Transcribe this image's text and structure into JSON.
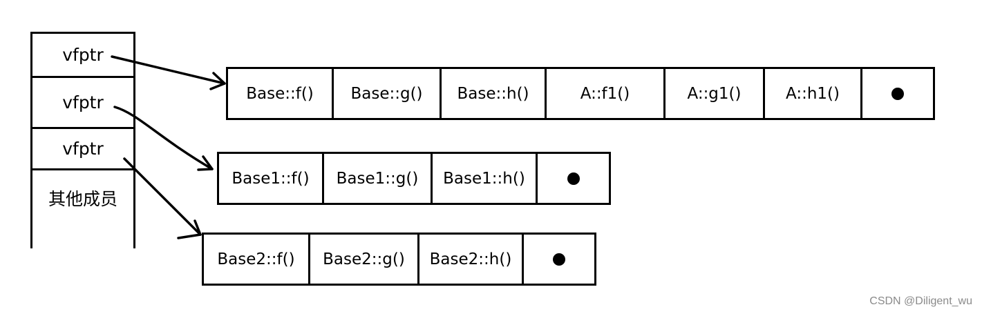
{
  "object_layout": {
    "cells": [
      "vfptr",
      "vfptr",
      "vfptr",
      "其他成员"
    ]
  },
  "vtables": [
    {
      "entries": [
        "Base::f()",
        "Base::g()",
        "Base::h()",
        "A::f1()",
        "A::g1()",
        "A::h1()"
      ]
    },
    {
      "entries": [
        "Base1::f()",
        "Base1::g()",
        "Base1::h()"
      ]
    },
    {
      "entries": [
        "Base2::f()",
        "Base2::g()",
        "Base2::h()"
      ]
    }
  ],
  "watermark": "CSDN @Diligent_wu"
}
